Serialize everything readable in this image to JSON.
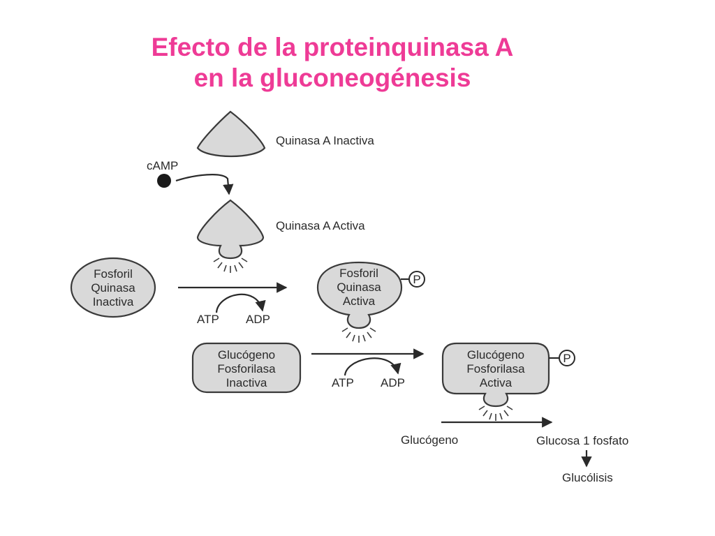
{
  "title": {
    "line1": "Efecto de la proteinquinasa A",
    "line2": "en la gluconeogénesis"
  },
  "labels": {
    "pka_inactive": "Quinasa A Inactiva",
    "camp": "cAMP",
    "pka_active": "Quinasa A Activa",
    "atp_1": "ATP",
    "adp_1": "ADP",
    "atp_2": "ATP",
    "adp_2": "ADP",
    "p_1": "P",
    "p_2": "P",
    "glycogen_substrate": "Glucógeno",
    "glucose_1_phosphate": "Glucosa 1 fosfato",
    "glycolysis": "Glucólisis"
  },
  "phosphorylase_kinase_inactive": [
    "Fosforil",
    "Quinasa",
    "Inactiva"
  ],
  "phosphorylase_kinase_active": [
    "Fosforil",
    "Quinasa",
    "Activa"
  ],
  "glycogen_phosphorylase_inactive": [
    "Glucógeno",
    "Fosforilasa",
    "Inactiva"
  ],
  "glycogen_phosphorylase_active": [
    "Glucógeno",
    "Fosforilasa",
    "Activa"
  ],
  "colors": {
    "title": "#ee3b96",
    "shape_fill": "#d9d9d9",
    "stroke": "#2a2a2a"
  }
}
